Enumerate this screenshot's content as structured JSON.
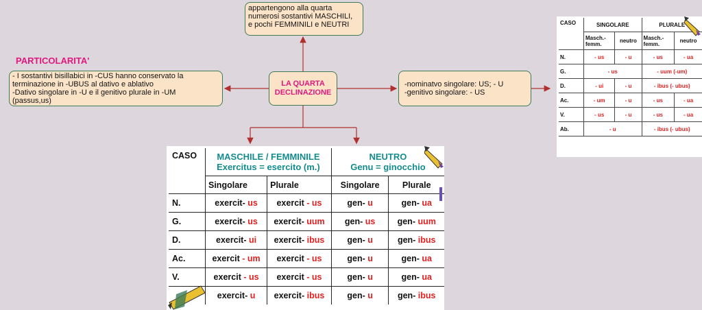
{
  "center": {
    "label": "LA QUARTA\nDECLINAZIONE"
  },
  "top_box": {
    "text": "appartengono alla quarta\nnumerosi sostantivi MASCHILI,\ne pochi FEMMINILI e NEUTRI"
  },
  "left": {
    "title": "PARTICOLARITA'",
    "text": "- I sostantivi  bisillabici in -CUS hanno conservato la\nterminazione in -UBUS  al dativo e ablativo\n-Dativo singolare in -U e il genitivo plurale in -UM\n(passus,us)"
  },
  "right_box": {
    "text": "-nominatvo singolare: US; - U\n-genitivo singolare: - US"
  },
  "big_table": {
    "caso": "CASO",
    "masc_title": "MASCHILE / FEMMINILE",
    "masc_sub": "Exercitus = esercito (m.)",
    "neut_title": "NEUTRO",
    "neut_sub": "Genu = ginocchio",
    "sing": "Singolare",
    "plur": "Plurale",
    "rows": [
      {
        "caso": "N.",
        "ms_stem": "exercit-",
        "ms_end": " us",
        "mp_stem": "exercit",
        "mp_end": " - us",
        "ns_stem": "gen-",
        "ns_end": " u",
        "np_stem": "gen-",
        "np_end": " ua"
      },
      {
        "caso": "G.",
        "ms_stem": "exercit-",
        "ms_end": " us",
        "mp_stem": "exercit-",
        "mp_end": " uum",
        "ns_stem": "gen-",
        "ns_end": " us",
        "np_stem": "gen-",
        "np_end": " uum"
      },
      {
        "caso": "D.",
        "ms_stem": "exercit-",
        "ms_end": " ui",
        "mp_stem": "exercit-",
        "mp_end": " ibus",
        "ns_stem": "gen-",
        "ns_end": " u",
        "np_stem": "gen-",
        "np_end": " ibus"
      },
      {
        "caso": "Ac.",
        "ms_stem": "exercit",
        "ms_end": " - um",
        "mp_stem": "exercit",
        "mp_end": " - us",
        "ns_stem": "gen-",
        "ns_end": " u",
        "np_stem": "gen-",
        "np_end": " ua"
      },
      {
        "caso": "V.",
        "ms_stem": "exercit",
        "ms_end": " - us",
        "mp_stem": "exercit",
        "mp_end": " - us",
        "ns_stem": "gen-",
        "ns_end": " u",
        "np_stem": "gen-",
        "np_end": " ua"
      },
      {
        "caso": "",
        "ms_stem": "exercit-",
        "ms_end": " u",
        "mp_stem": "exercit-",
        "mp_end": " ibus",
        "ns_stem": "gen-",
        "ns_end": " u",
        "np_stem": "gen-",
        "np_end": " ibus"
      }
    ]
  },
  "small_table": {
    "caso": "CASO",
    "singolare": "SINGOLARE",
    "plurale": "PLURALE",
    "masch": "Masch.-\nfemm.",
    "neutro": "neutro",
    "rows": [
      {
        "caso": "N.",
        "ms": "- us",
        "ns": "- u",
        "mp": "- us",
        "np": "- ua"
      },
      {
        "caso": "G.",
        "s_merged": "- us",
        "p_merged": "- uum (-um)"
      },
      {
        "caso": "D.",
        "ms": "- ui",
        "ns": "- u",
        "p_merged": "- ibus (- ubus)"
      },
      {
        "caso": "Ac.",
        "ms": "- um",
        "ns": "- u",
        "mp": "- us",
        "np": "- ua"
      },
      {
        "caso": "V.",
        "ms": "- us",
        "ns": "- u",
        "mp": "- us",
        "np": "- ua"
      },
      {
        "caso": "Ab.",
        "s_merged": "- u",
        "p_merged": "- ibus (- ubus)"
      }
    ]
  },
  "colors": {
    "accent": "#e0177f",
    "teal": "#138c8e",
    "ending_red": "#e22020",
    "box_fill": "#fbe3c8",
    "box_border": "#3c7a57",
    "arrow": "#b03030"
  },
  "icons": [
    "pencil-icon",
    "pencil-icon",
    "pencil-icon"
  ]
}
